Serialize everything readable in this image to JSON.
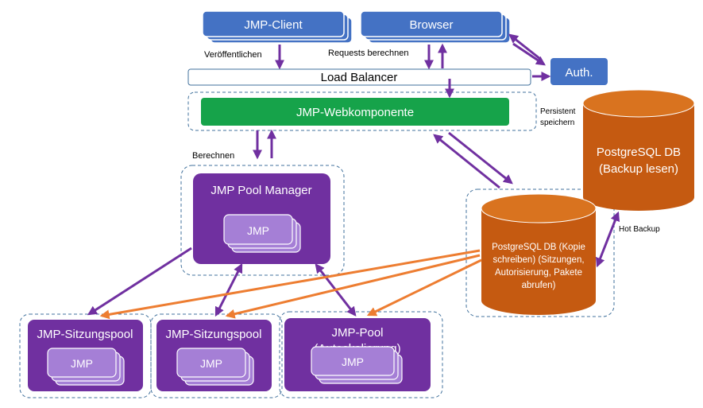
{
  "nodes": {
    "jmp_client": "JMP-Client",
    "browser": "Browser",
    "auth": "Auth.",
    "load_balancer": "Load Balancer",
    "webkomponente": "JMP-Webkomponente",
    "pool_manager": "JMP Pool Manager",
    "jmp": "JMP",
    "sitzungspool_1": "JMP-Sitzungspool",
    "sitzungspool_2": "JMP-Sitzungspool",
    "autoscaling_pool_line1": "JMP-Pool",
    "autoscaling_pool_line2": "(Autoskalierung)",
    "db_backup_line1": "PostgreSQL DB",
    "db_backup_line2": "(Backup lesen)",
    "db_main_line1": "PostgreSQL DB (Kopie",
    "db_main_line2": "schreiben) (Sitzungen,",
    "db_main_line3": "Autorisierung, Pakete",
    "db_main_line4": "abrufen)"
  },
  "edge_labels": {
    "veroeffentlichen": "Veröffentlichen",
    "requests_berechnen": "Requests berechnen",
    "persistent_line1": "Persistent",
    "persistent_line2": "speichern",
    "berechnen": "Berechnen",
    "hot_backup": "Hot Backup"
  },
  "colors": {
    "blue": "#4472C4",
    "green": "#16A34A",
    "purple": "#7030A0",
    "light_purple": "#9966CC",
    "orange_db": "#C55A11",
    "orange_arrow": "#ED7D31",
    "arrow_purple": "#7030A0",
    "dash": "#41719C"
  }
}
